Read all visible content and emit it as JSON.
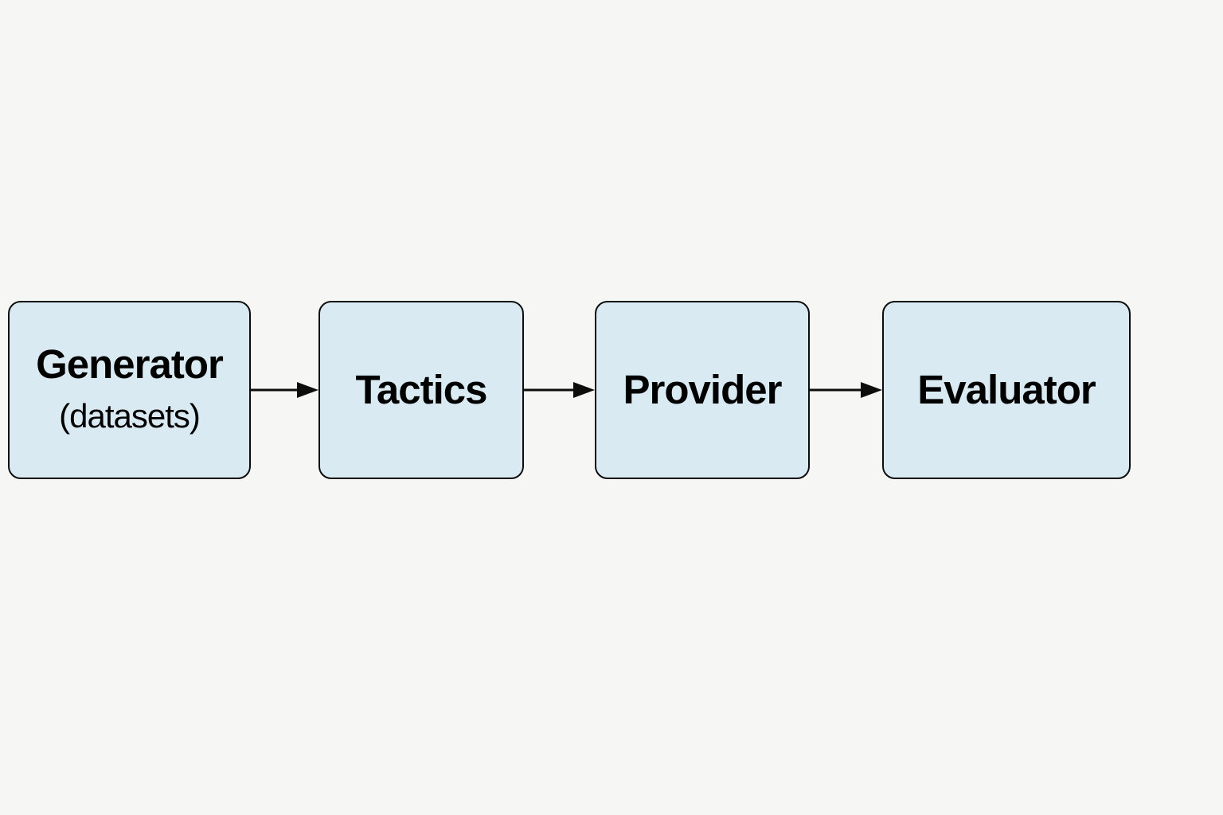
{
  "diagram": {
    "title": "pipeline-flowchart",
    "background_color": "#f6f6f4",
    "node_fill_color": "#daeaf3",
    "node_border_color": "#0d0d0d",
    "text_color": "#000000",
    "flow_direction": "left-to-right",
    "nodes": [
      {
        "label": "Generator",
        "sublabel": "(datasets)"
      },
      {
        "label": "Tactics"
      },
      {
        "label": "Provider"
      },
      {
        "label": "Evaluator"
      }
    ],
    "connectors": [
      {
        "from": "Generator",
        "to": "Tactics",
        "style": "arrow-right"
      },
      {
        "from": "Tactics",
        "to": "Provider",
        "style": "arrow-right"
      },
      {
        "from": "Provider",
        "to": "Evaluator",
        "style": "arrow-right"
      }
    ]
  }
}
